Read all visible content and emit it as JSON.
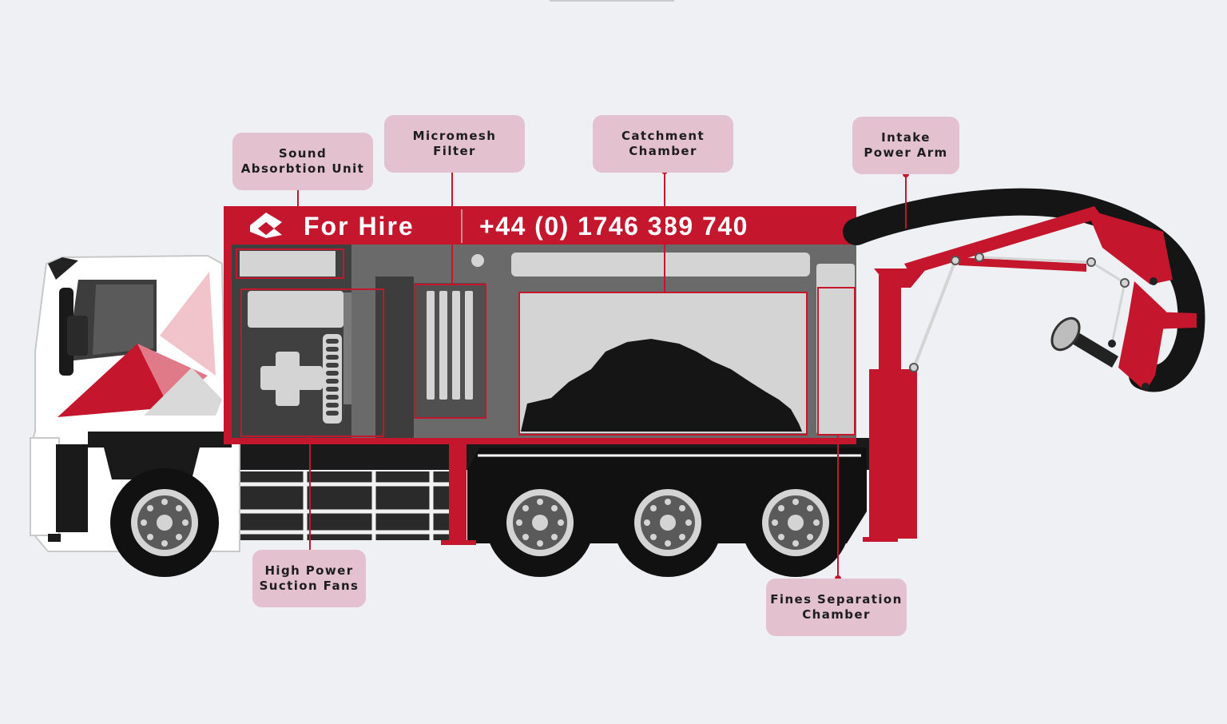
{
  "banner": {
    "brand_text": "For Hire",
    "phone": "+44 (0) 1746 389 740"
  },
  "labels": {
    "sound_absorption": "Sound\nAbsorbtion Unit",
    "micromesh_filter": "Micromesh\nFilter",
    "catchment_chamber": "Catchment\nChamber",
    "intake_power_arm": "Intake\nPower Arm",
    "suction_fans": "High Power\nSuction Fans",
    "fines_separation": "Fines Separation\nChamber"
  },
  "colors": {
    "background": "#eff0f3",
    "label_bg": "#e3c1cf",
    "accent_red": "#c4162d",
    "dark": "#1a1a1a",
    "body_grey": "#5a5a5a",
    "light_grey": "#d4d4d4"
  }
}
